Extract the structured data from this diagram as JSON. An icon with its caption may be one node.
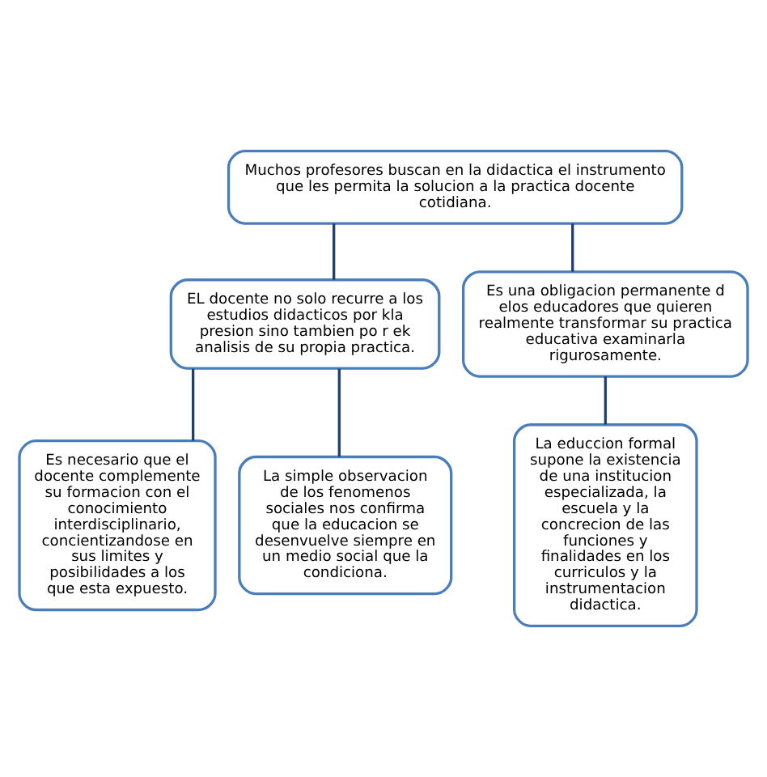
{
  "diagram": {
    "nodes": [
      {
        "text": [
          "Muchos profesores buscan en la didactica el instrumento que les permita la solucion a la practica docente cotidiana."
        ]
      },
      {
        "text": [
          "EL docente no solo recurre a los estudios didacticos por kla presion sino tambien po r ek analisis de su propia practica."
        ]
      },
      {
        "text": [
          "Es una obligacion permanente d elos educadores que quieren realmente transformar su practica educativa examinarla rigurosamente."
        ]
      },
      {
        "text": [
          "Es necesario que el docente complemente su formacion con el conocimiento interdisciplinario, concientizandose en sus limites y posibilidades a los que esta expuesto."
        ]
      },
      {
        "text": [
          "La simple observacion de los fenomenos sociales nos confirma que la educacion se desenvuelve siempre en un medio social que la condiciona."
        ]
      },
      {
        "text": [
          "La educcion formal supone la existencia de una institucion especializada, la escuela y la concrecion de las funciones y finalidades en los curriculos y la instrumentacion didactica."
        ]
      }
    ],
    "edges": [
      {
        "from": 0,
        "to": 1,
        "arrow": "none"
      },
      {
        "from": 0,
        "to": 2,
        "arrow": "none"
      },
      {
        "from": 1,
        "to": 3,
        "arrow": "none"
      },
      {
        "from": 1,
        "to": 4,
        "arrow": "none"
      },
      {
        "from": 2,
        "to": 5,
        "arrow": "none"
      }
    ]
  }
}
